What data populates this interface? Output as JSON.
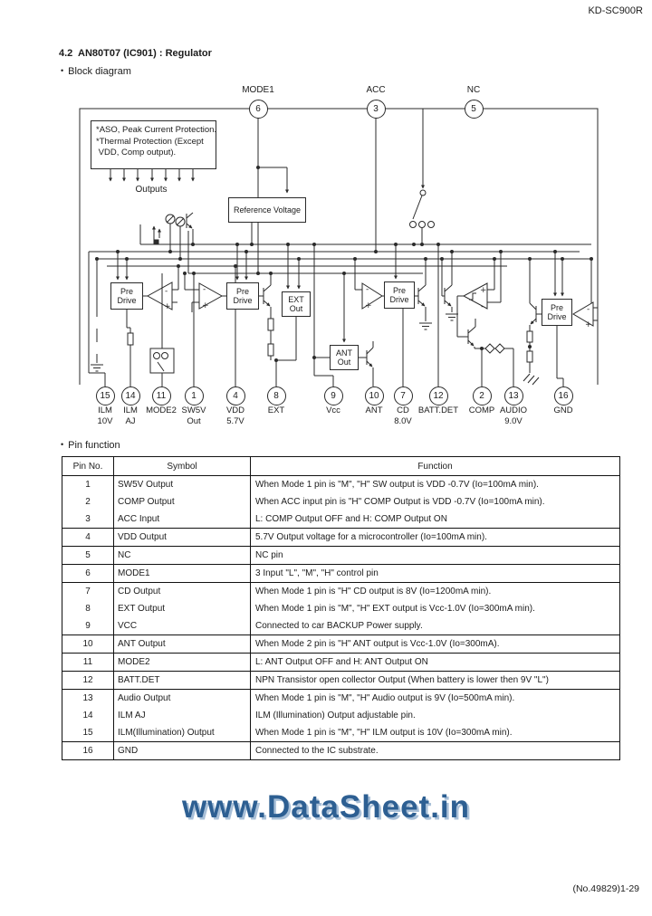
{
  "page": {
    "doc_code": "KD-SC900R",
    "section_title": "4.2  AN80T07 (IC901) : Regulator",
    "block_diagram_label": "Block diagram",
    "pin_function_label": "Pin function",
    "watermark": "www.DataSheet.in",
    "footer": "(No.49829)1-29"
  },
  "diagram": {
    "note_lines": [
      "*ASO, Peak Current Protection.",
      "*Thermal Protection (Except",
      " VDD, Comp output)."
    ],
    "outputs_label": "Outputs",
    "blocks": {
      "reference_voltage": "Reference Voltage",
      "pre_drive": "Pre Drive",
      "ext_out": "EXT Out",
      "ant_out": "ANT Out"
    },
    "top_pins": [
      {
        "num": "6",
        "label": "MODE1"
      },
      {
        "num": "3",
        "label": "ACC"
      },
      {
        "num": "5",
        "label": "NC"
      }
    ],
    "bottom_pins": [
      {
        "num": "15",
        "label": "ILM",
        "sub": "10V"
      },
      {
        "num": "14",
        "label": "ILM",
        "sub": "AJ"
      },
      {
        "num": "11",
        "label": "MODE2",
        "sub": ""
      },
      {
        "num": "1",
        "label": "SW5V",
        "sub": "Out"
      },
      {
        "num": "4",
        "label": "VDD",
        "sub": "5.7V"
      },
      {
        "num": "8",
        "label": "EXT",
        "sub": ""
      },
      {
        "num": "9",
        "label": "Vcc",
        "sub": ""
      },
      {
        "num": "10",
        "label": "ANT",
        "sub": ""
      },
      {
        "num": "7",
        "label": "CD",
        "sub": "8.0V"
      },
      {
        "num": "12",
        "label": "BATT.DET",
        "sub": ""
      },
      {
        "num": "2",
        "label": "COMP",
        "sub": ""
      },
      {
        "num": "13",
        "label": "AUDIO",
        "sub": "9.0V"
      },
      {
        "num": "16",
        "label": "GND",
        "sub": ""
      }
    ]
  },
  "table": {
    "headers": [
      "Pin No.",
      "Symbol",
      "Function"
    ],
    "group_breaks_after": [
      3,
      4,
      5,
      6,
      9,
      10,
      11,
      12,
      15
    ],
    "rows": [
      [
        "1",
        "SW5V Output",
        "When Mode 1 pin is \"M\", \"H\" SW output is VDD -0.7V (Io=100mA min)."
      ],
      [
        "2",
        "COMP Output",
        "When ACC input pin is \"H\" COMP Output is VDD -0.7V (Io=100mA min)."
      ],
      [
        "3",
        "ACC Input",
        "L: COMP Output OFF and H: COMP Output ON"
      ],
      [
        "4",
        "VDD Output",
        "5.7V Output voltage for a microcontroller (Io=100mA min)."
      ],
      [
        "5",
        "NC",
        "NC pin"
      ],
      [
        "6",
        "MODE1",
        "3 Input \"L\", \"M\", \"H\" control pin"
      ],
      [
        "7",
        "CD Output",
        "When Mode 1 pin is \"H\" CD output is 8V (Io=1200mA min)."
      ],
      [
        "8",
        "EXT Output",
        "When Mode 1 pin is \"M\", \"H\" EXT output is Vcc-1.0V (Io=300mA min)."
      ],
      [
        "9",
        "VCC",
        "Connected to car BACKUP Power supply."
      ],
      [
        "10",
        "ANT Output",
        "When Mode 2 pin is \"H\" ANT output is Vcc-1.0V (Io=300mA)."
      ],
      [
        "11",
        "MODE2",
        "L: ANT Output OFF and H: ANT Output ON"
      ],
      [
        "12",
        "BATT.DET",
        "NPN Transistor open collector Output (When battery is lower then 9V \"L\")"
      ],
      [
        "13",
        "Audio Output",
        "When Mode 1 pin is \"M\", \"H\" Audio output is 9V (Io=500mA min)."
      ],
      [
        "14",
        "ILM AJ",
        "ILM (Illumination) Output adjustable pin."
      ],
      [
        "15",
        "ILM(Illumination) Output",
        "When Mode 1 pin is \"M\", \"H\" ILM output is 10V (Io=300mA min)."
      ],
      [
        "16",
        "GND",
        "Connected to the IC substrate."
      ]
    ]
  },
  "colors": {
    "ink": "#1c1c1c",
    "watermark": "#2d5f92",
    "watermark_shadow": "#a9c0d8"
  }
}
